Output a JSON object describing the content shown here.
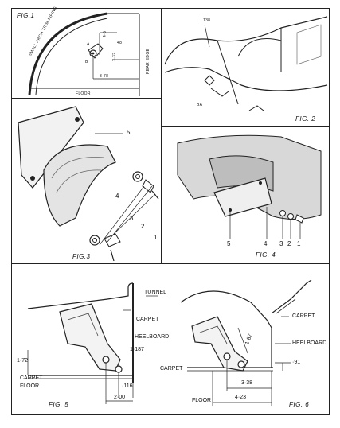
{
  "figures": {
    "fig1": {
      "title": "FIG.1",
      "labels": {
        "arch": "SMALL ARCH TRIM PIPING",
        "rear_edge": "REAR EDGE",
        "floor": "FLOOR",
        "point_a": "A",
        "point_b": "B",
        "dim_top": "48",
        "dim_side": "3·32",
        "dim_bottom": "3·78",
        "dim_small": "4·5"
      }
    },
    "fig2": {
      "title": "FIG. 2",
      "labels": {
        "ref_top": "138",
        "ref_left": "BA"
      }
    },
    "fig3": {
      "title": "FIG.3",
      "callouts": [
        "5",
        "4",
        "3",
        "2",
        "1"
      ]
    },
    "fig4": {
      "title": "FIG. 4",
      "callouts": [
        "5",
        "4",
        "3",
        "2",
        "1"
      ]
    },
    "fig5": {
      "title": "FIG. 5",
      "labels": {
        "tunnel": "TUNNEL",
        "carpet": "CARPET",
        "heelboard": "HEELBOARD",
        "dim_1187": "1·187",
        "dim_172": "1·72",
        "carpet_floor": "CARPET",
        "floor": "FLOOR",
        "dim_116": "·116",
        "dim_200": "2·00"
      }
    },
    "fig6": {
      "title": "FIG. 6",
      "labels": {
        "carpet_top": "CARPET",
        "heelboard": "HEELBOARD",
        "dim_187": "1·87",
        "dim_91": "·91",
        "carpet_left": "CARPET",
        "dim_338": "3·38",
        "dim_423": "4·23",
        "floor": "FLOOR"
      }
    }
  }
}
